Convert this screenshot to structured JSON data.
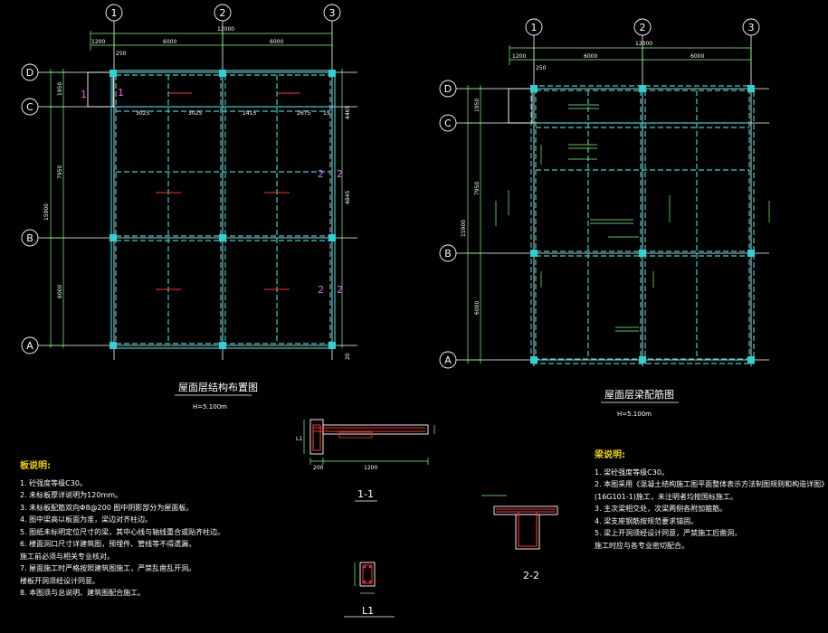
{
  "left_plan": {
    "title": "屋面层结构布置图",
    "elevation": "H=5.100m",
    "axes_x": [
      "1",
      "2",
      "3"
    ],
    "axes_y": [
      "D",
      "C",
      "B",
      "A"
    ],
    "top_dims": {
      "overall": "12000",
      "d1200": "1200",
      "d6000a": "6000",
      "d6000b": "6000",
      "d250": "250"
    },
    "left_dims": {
      "overall": "15900",
      "d1950": "1950",
      "d7950": "7950",
      "d6000": "6000"
    },
    "right_dims": {
      "r1": "4465",
      "r2": "4845",
      "bottom": "20"
    },
    "span_dims": [
      "3025",
      "3025",
      "2415",
      "2675",
      "15"
    ],
    "section_marks": [
      "1",
      "1",
      "2",
      "2",
      "2",
      "2"
    ]
  },
  "right_plan": {
    "title": "屋面层梁配筋图",
    "elevation": "H=5.100m",
    "axes_x": [
      "1",
      "2",
      "3"
    ],
    "axes_y": [
      "D",
      "C",
      "B",
      "A"
    ],
    "top_dims": {
      "overall": "12000",
      "d1200": "1200",
      "d6000a": "6000",
      "d6000b": "6000",
      "d250": "250"
    },
    "left_dims": {
      "overall": "15900",
      "d1950": "1950",
      "d7950": "7950",
      "d6000": "6000"
    }
  },
  "section_11": {
    "label": "1-1",
    "dims": [
      "200",
      "1200"
    ],
    "tag": "L1"
  },
  "section_22": {
    "label": "2-2"
  },
  "detail_l1": {
    "label": "L1"
  },
  "notes_left": {
    "heading": "板说明:",
    "lines": [
      "1. 砼强度等级C30。",
      "2. 未标板厚详说明为120mm。",
      "3. 未标板配筋双向Φ8@200 图中阴影部分为屋面板。",
      "4. 图中梁高以板面为准，梁边对齐柱边。",
      "5. 图纸未标明定位尺寸的梁，其中心线与轴线重合或贴齐柱边。",
      "6. 楼面洞口尺寸详建筑图，预埋件、管线等不得遗漏，",
      "   施工前必须与相关专业核对。",
      "7. 屋面施工时严格按照建筑图施工，严禁乱凿乱开洞。",
      "   楼板开洞须经设计同意。",
      "8. 本图须与总说明、建筑图配合施工。"
    ]
  },
  "notes_right": {
    "heading": "梁说明:",
    "lines": [
      "1. 梁砼强度等级C30。",
      "2. 本图采用《混凝土结构施工图平面整体表示方法制图规则和构造详图》",
      "   (16G101-1)施工，未注明者均按国标施工。",
      "3. 主次梁相交处，次梁两侧各附加箍筋。",
      "4. 梁支座钢筋按规范要求锚固。",
      "5. 梁上开洞须经设计同意，严禁施工后凿洞，",
      "   施工时应与各专业密切配合。"
    ]
  },
  "colors": {
    "background": "#000000",
    "beam": "#2fd2d2",
    "wall": "#7fd7ff",
    "grid": "#ffffff",
    "dimension": "#7fff7f",
    "label": "#ff55ff",
    "rebar": "#ff3333",
    "text": "#ffffff",
    "heading": "#f5d400"
  }
}
